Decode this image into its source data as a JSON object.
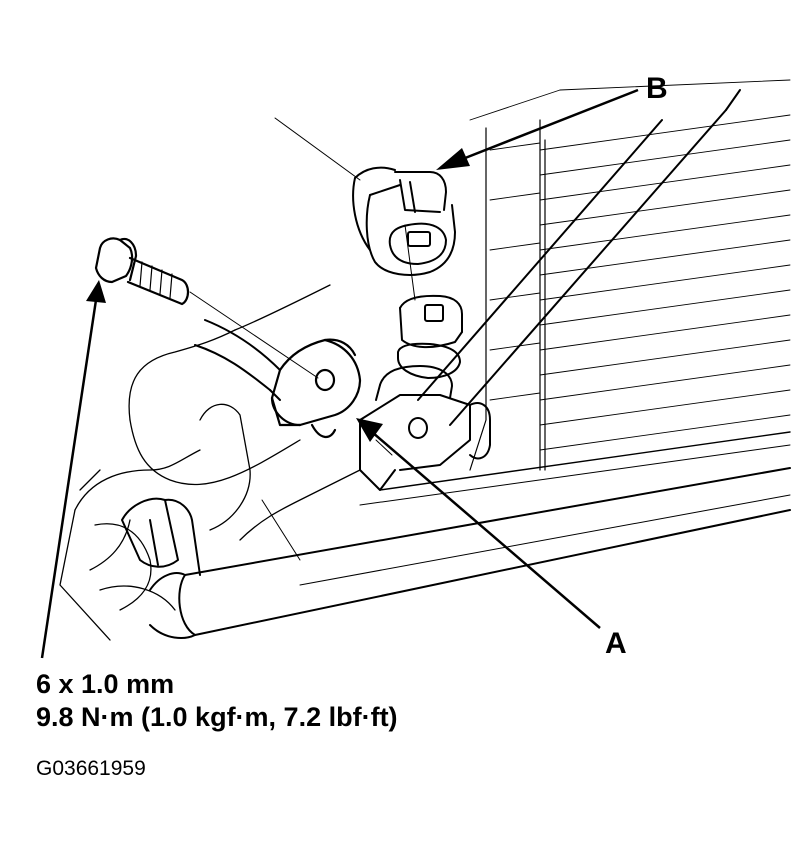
{
  "callouts": {
    "a": "A",
    "b": "B"
  },
  "bolt_spec": {
    "size": "6 x 1.0 mm",
    "torque": "9.8 N·m (1.0 kgf·m, 7.2 lbf·ft)"
  },
  "figure_code": "G03661959",
  "colors": {
    "line": "#000000",
    "background": "#ffffff"
  }
}
